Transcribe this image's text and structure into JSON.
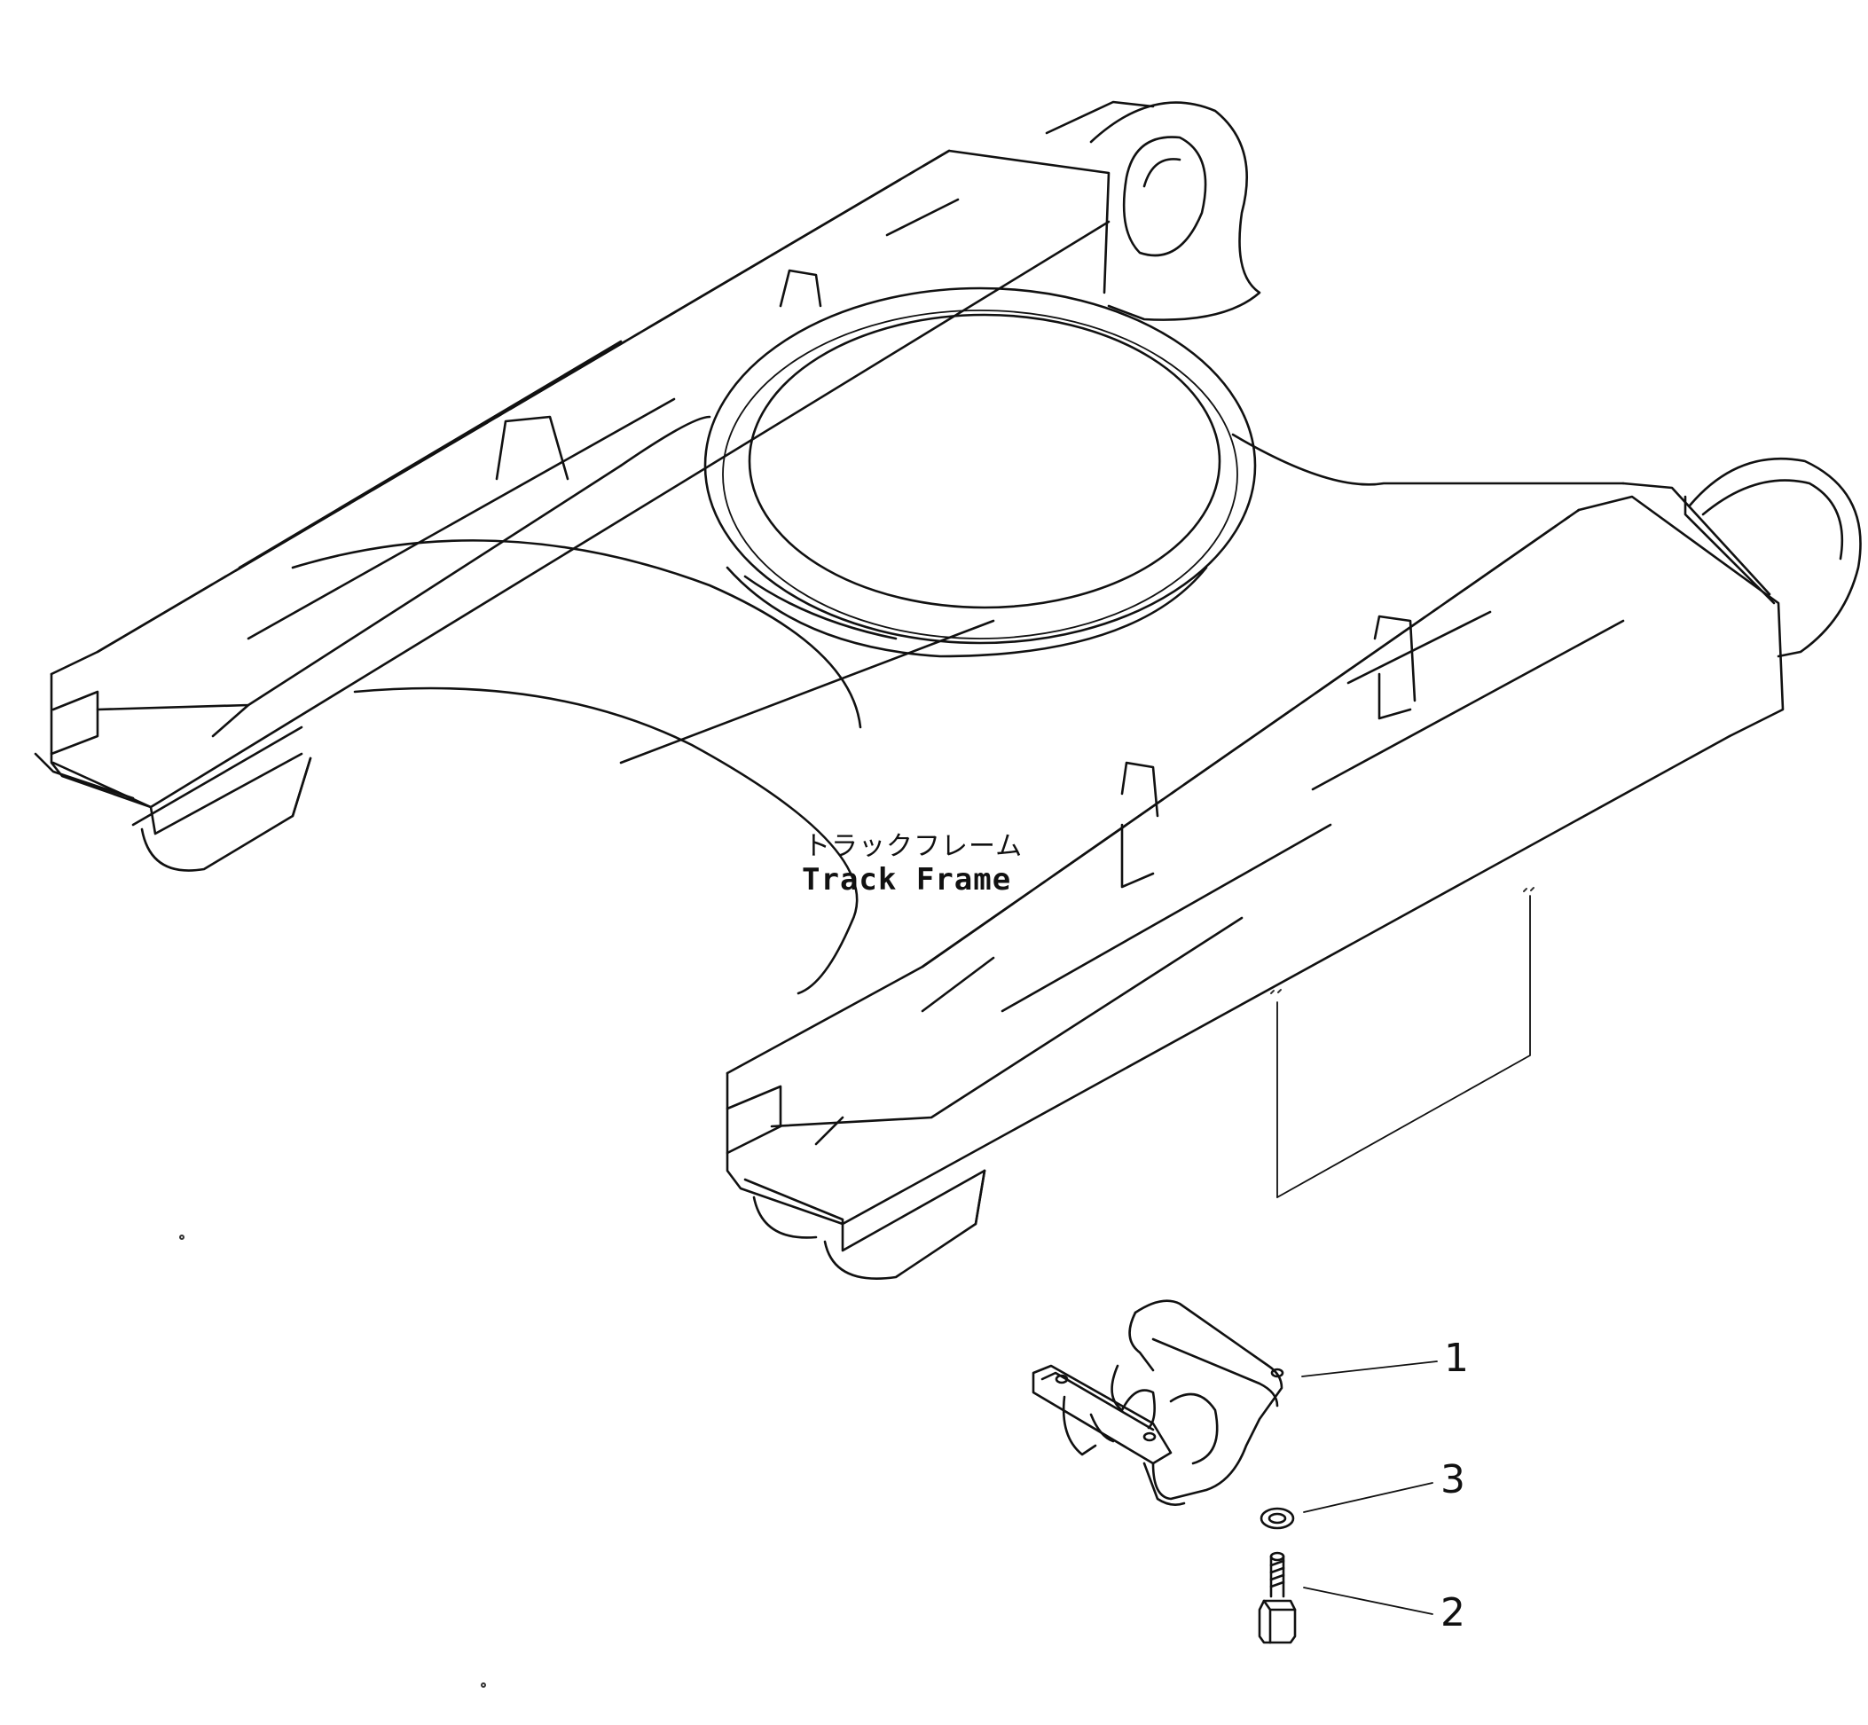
{
  "labels": {
    "part_name_jp": "トラックフレーム",
    "part_name_en": "Track Frame"
  },
  "callouts": [
    {
      "number": "1",
      "part": "bracket"
    },
    {
      "number": "3",
      "part": "washer"
    },
    {
      "number": "2",
      "part": "bolt"
    }
  ]
}
